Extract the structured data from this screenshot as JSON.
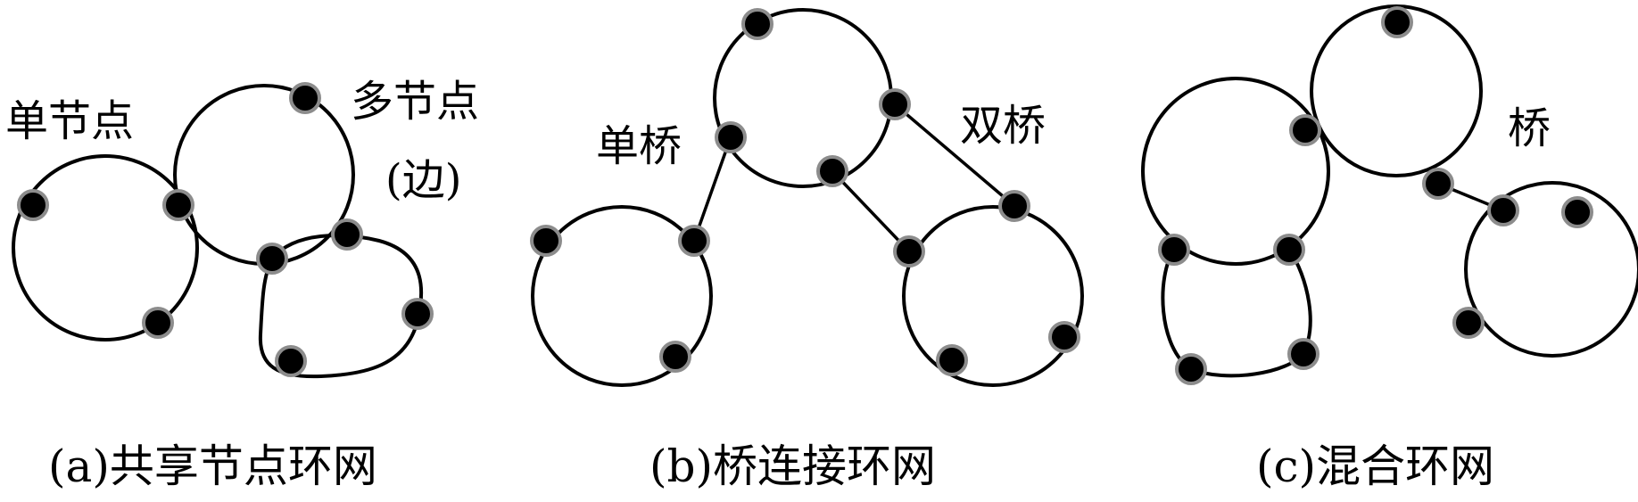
{
  "colors": {
    "line": "#000000",
    "node_fill": "#000000",
    "node_halo": "#8c8c8c",
    "background": "#ffffff"
  },
  "panel_a": {
    "label_single_node": "单节点",
    "label_multi_node_line1": "多节点",
    "label_multi_node_line2": "(边)",
    "caption": "(a)共享节点环网"
  },
  "panel_b": {
    "label_single_bridge": "单桥",
    "label_double_bridge": "双桥",
    "caption": "(b)桥连接环网"
  },
  "panel_c": {
    "label_bridge": "桥",
    "caption": "(c)混合环网"
  }
}
